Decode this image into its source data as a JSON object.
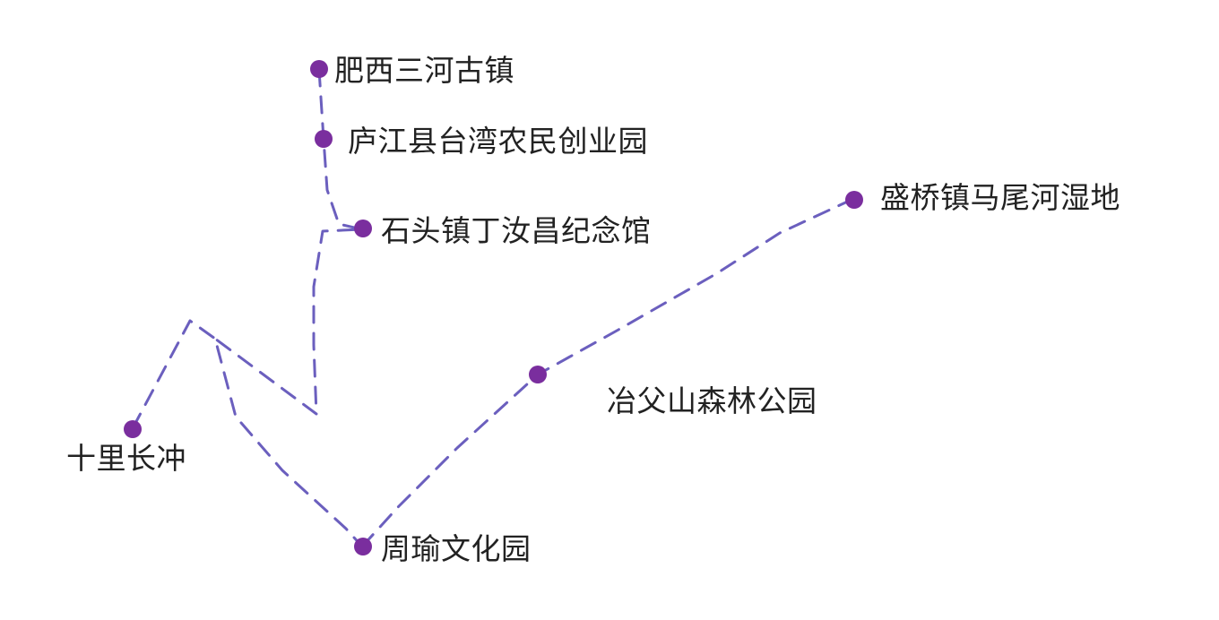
{
  "colors": {
    "route": "#6b5fbe",
    "stop": "#7a2e9e",
    "label": "#222222",
    "background": "#ffffff"
  },
  "stops": {
    "feixi": "肥西三河古镇",
    "lujiang": "庐江县台湾农民创业园",
    "shitou": "石头镇丁汝昌纪念馆",
    "shengqiao": "盛桥镇马尾河湿地",
    "yefu": "冶父山森林公园",
    "shili": "十里长冲",
    "zhouyu": "周瑜文化园"
  }
}
